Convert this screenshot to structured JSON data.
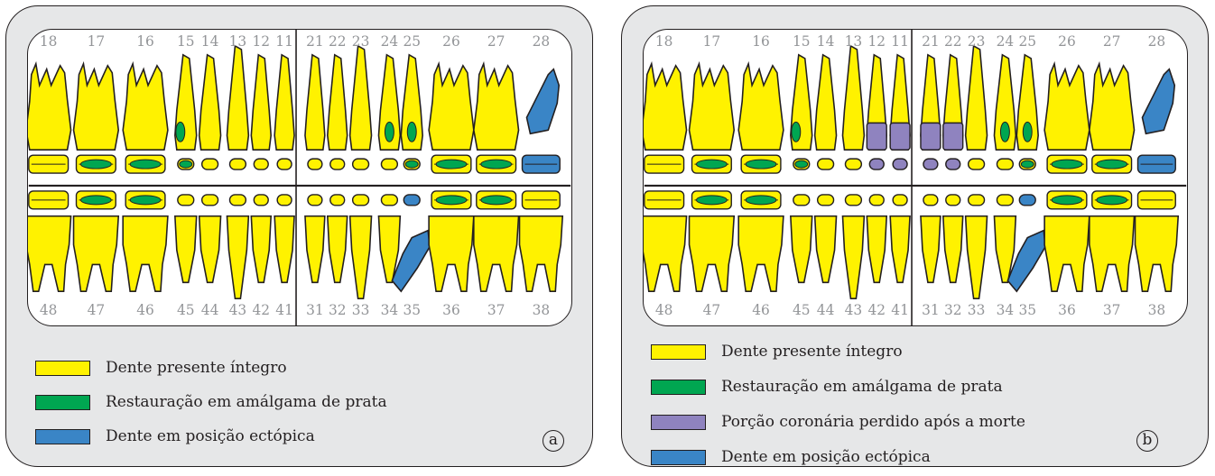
{
  "colors": {
    "intact": "#fff200",
    "amalgam": "#00a651",
    "postmortem": "#8f83bf",
    "ectopic": "#3a85c6",
    "outline": "#231f20",
    "number": "#939598",
    "panel_bg": "#e6e7e8"
  },
  "panels": [
    {
      "id": "a",
      "letter": "a",
      "upper_numbers": [
        "18",
        "17",
        "16",
        "15",
        "14",
        "13",
        "12",
        "11",
        "21",
        "22",
        "23",
        "24",
        "25",
        "26",
        "27",
        "28"
      ],
      "lower_numbers": [
        "48",
        "47",
        "46",
        "45",
        "44",
        "43",
        "42",
        "41",
        "31",
        "32",
        "33",
        "34",
        "35",
        "36",
        "37",
        "38"
      ],
      "amalgam_upper": [
        "17",
        "16",
        "15",
        "25",
        "26",
        "27"
      ],
      "amalgam_upper_root": [
        "15",
        "24",
        "25"
      ],
      "amalgam_lower": [
        "47",
        "46",
        "36",
        "37"
      ],
      "postmortem_upper": [],
      "ectopic": [
        "28",
        "35"
      ],
      "legend": [
        {
          "color": "intact",
          "label": "Dente presente íntegro"
        },
        {
          "color": "amalgam",
          "label": "Restauração em amálgama de prata"
        },
        {
          "color": "ectopic",
          "label": "Dente em posição ectópica"
        }
      ]
    },
    {
      "id": "b",
      "letter": "b",
      "upper_numbers": [
        "18",
        "17",
        "16",
        "15",
        "14",
        "13",
        "12",
        "11",
        "21",
        "22",
        "23",
        "24",
        "25",
        "26",
        "27",
        "28"
      ],
      "lower_numbers": [
        "48",
        "47",
        "46",
        "45",
        "44",
        "43",
        "42",
        "41",
        "31",
        "32",
        "33",
        "34",
        "35",
        "36",
        "37",
        "38"
      ],
      "amalgam_upper": [
        "17",
        "16",
        "15",
        "25",
        "26",
        "27"
      ],
      "amalgam_upper_root": [
        "15",
        "24",
        "25"
      ],
      "amalgam_lower": [
        "47",
        "46",
        "36",
        "37"
      ],
      "postmortem_upper": [
        "12",
        "11",
        "21",
        "22"
      ],
      "ectopic": [
        "28",
        "35"
      ],
      "legend": [
        {
          "color": "intact",
          "label": "Dente presente íntegro"
        },
        {
          "color": "amalgam",
          "label": "Restauração em amálgama de prata"
        },
        {
          "color": "postmortem",
          "label": "Porção coronária perdido após a morte"
        },
        {
          "color": "ectopic",
          "label": "Dente em posição ectópica"
        }
      ]
    }
  ]
}
